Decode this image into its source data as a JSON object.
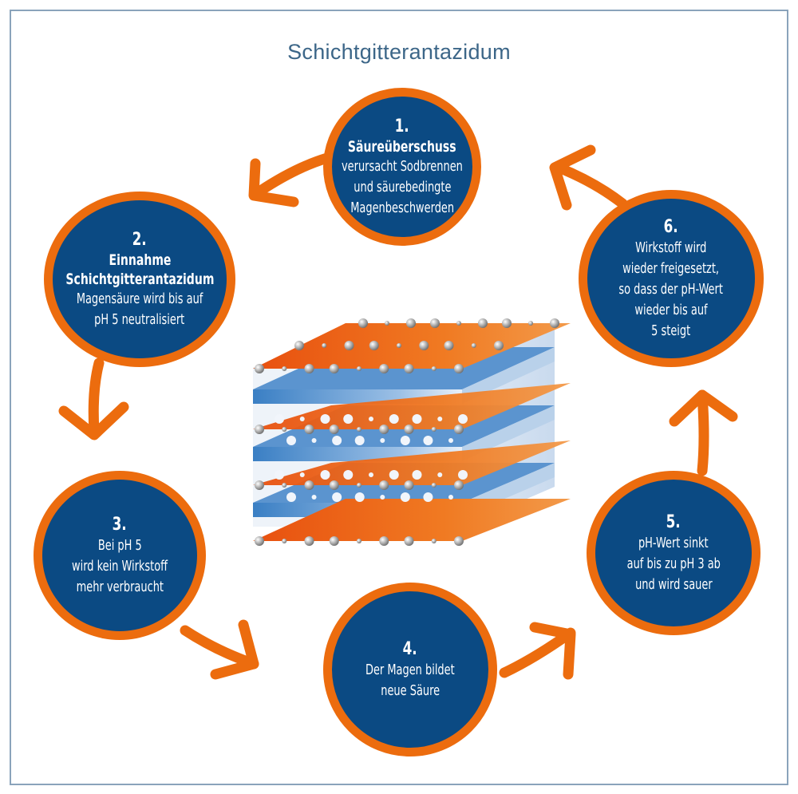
{
  "title": "Schichtgitterantazidum",
  "colors": {
    "circle_fill": "#0b4a83",
    "circle_ring": "#ec6c0e",
    "arrow": "#ec6c0e",
    "title": "#3c6688",
    "frame": "#8aa3bb",
    "layer_orange": "#e8500f",
    "layer_blue": "#3a7fc4"
  },
  "steps": [
    {
      "num": "1.",
      "heading": "Säureüberschuss",
      "lines": [
        "verursacht Sodbrennen",
        "und säurebedingte",
        "Magenbeschwerden"
      ]
    },
    {
      "num": "2.",
      "heading": "Einnahme",
      "heading2": "Schichtgitterantazidum",
      "lines": [
        "Magensäure wird bis auf",
        "pH 5 neutralisiert"
      ]
    },
    {
      "num": "3.",
      "lines": [
        "Bei pH 5",
        "wird kein Wirkstoff",
        "mehr verbraucht"
      ]
    },
    {
      "num": "4.",
      "lines": [
        "Der Magen bildet",
        "neue Säure"
      ]
    },
    {
      "num": "5.",
      "lines": [
        "pH-Wert sinkt",
        "auf bis zu pH 3 ab",
        "und wird sauer"
      ]
    },
    {
      "num": "6.",
      "lines": [
        "Wirkstoff wird",
        "wieder freigesetzt,",
        "so dass der pH-Wert",
        "wieder bis auf",
        "5 steigt"
      ]
    }
  ],
  "illustration": {
    "name": "layered-lattice-structure",
    "layers": [
      "orange",
      "blue",
      "orange",
      "blue",
      "orange",
      "blue",
      "orange"
    ]
  }
}
